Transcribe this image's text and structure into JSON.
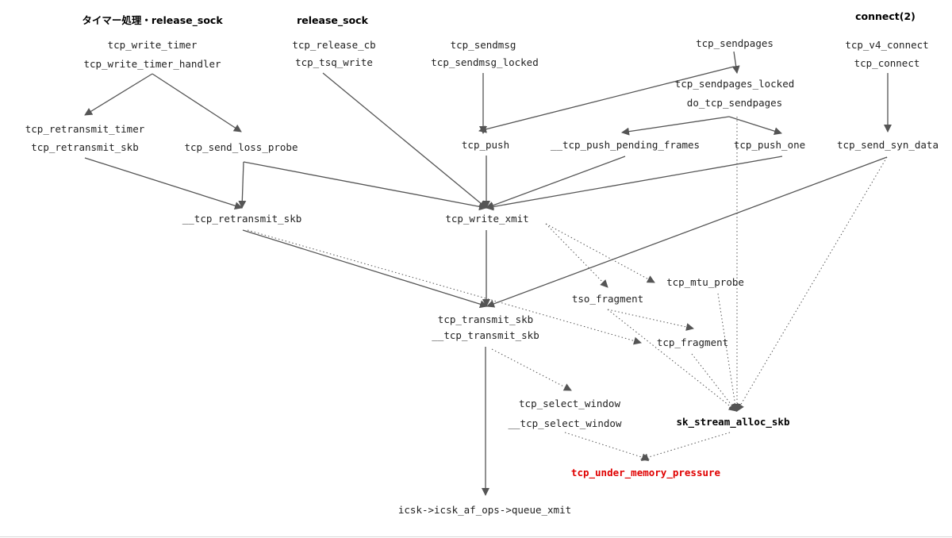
{
  "headers": {
    "timer": "タイマー処理・release_sock",
    "release": "release_sock",
    "connect": "connect(2)"
  },
  "nodes": {
    "tcp_write_timer": "tcp_write_timer",
    "tcp_write_timer_handler": "tcp_write_timer_handler",
    "tcp_release_cb": "tcp_release_cb",
    "tcp_tsq_write": "tcp_tsq_write",
    "tcp_sendmsg": "tcp_sendmsg",
    "tcp_sendmsg_locked": "tcp_sendmsg_locked",
    "tcp_sendpages": "tcp_sendpages",
    "tcp_sendpages_locked": "tcp_sendpages_locked",
    "do_tcp_sendpages": "do_tcp_sendpages",
    "tcp_v4_connect": "tcp_v4_connect",
    "tcp_connect": "tcp_connect",
    "tcp_retransmit_timer": "tcp_retransmit_timer",
    "tcp_retransmit_skb": "tcp_retransmit_skb",
    "tcp_send_loss_probe": "tcp_send_loss_probe",
    "tcp_push": "tcp_push",
    "__tcp_push_pending_frames": "__tcp_push_pending_frames",
    "tcp_push_one": "tcp_push_one",
    "tcp_send_syn_data": "tcp_send_syn_data",
    "__tcp_retransmit_skb": "__tcp_retransmit_skb",
    "tcp_write_xmit": "tcp_write_xmit",
    "tcp_mtu_probe": "tcp_mtu_probe",
    "tso_fragment": "tso_fragment",
    "tcp_transmit_skb": "tcp_transmit_skb",
    "__tcp_transmit_skb": "__tcp_transmit_skb",
    "tcp_fragment": "tcp_fragment",
    "tcp_select_window": "tcp_select_window",
    "__tcp_select_window": "__tcp_select_window",
    "sk_stream_alloc_skb": "sk_stream_alloc_skb",
    "tcp_under_memory_pressure": "tcp_under_memory_pressure",
    "queue_xmit": "icsk->icsk_af_ops->queue_xmit"
  },
  "colors": {
    "edge": "#555555",
    "highlight": "#e00000",
    "text": "#222222"
  }
}
